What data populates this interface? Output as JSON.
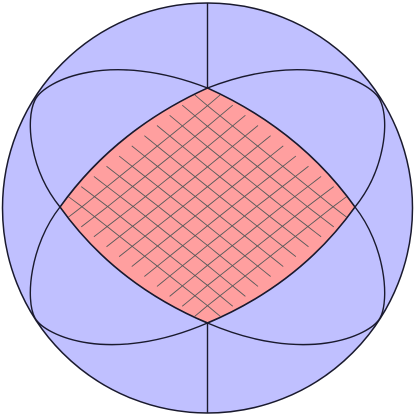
{
  "diagram": {
    "colors": {
      "sphere_fill": "#c0c0ff",
      "patch_fill": "#ff9f9f",
      "outline": "#1a1a2e",
      "grid_line": "#5a5a5a",
      "background": "#ffffff"
    },
    "parts": [
      "sphere",
      "great-circle-arcs",
      "curved-square-patch",
      "patch-grid"
    ],
    "patch_grid_divisions": 12
  }
}
